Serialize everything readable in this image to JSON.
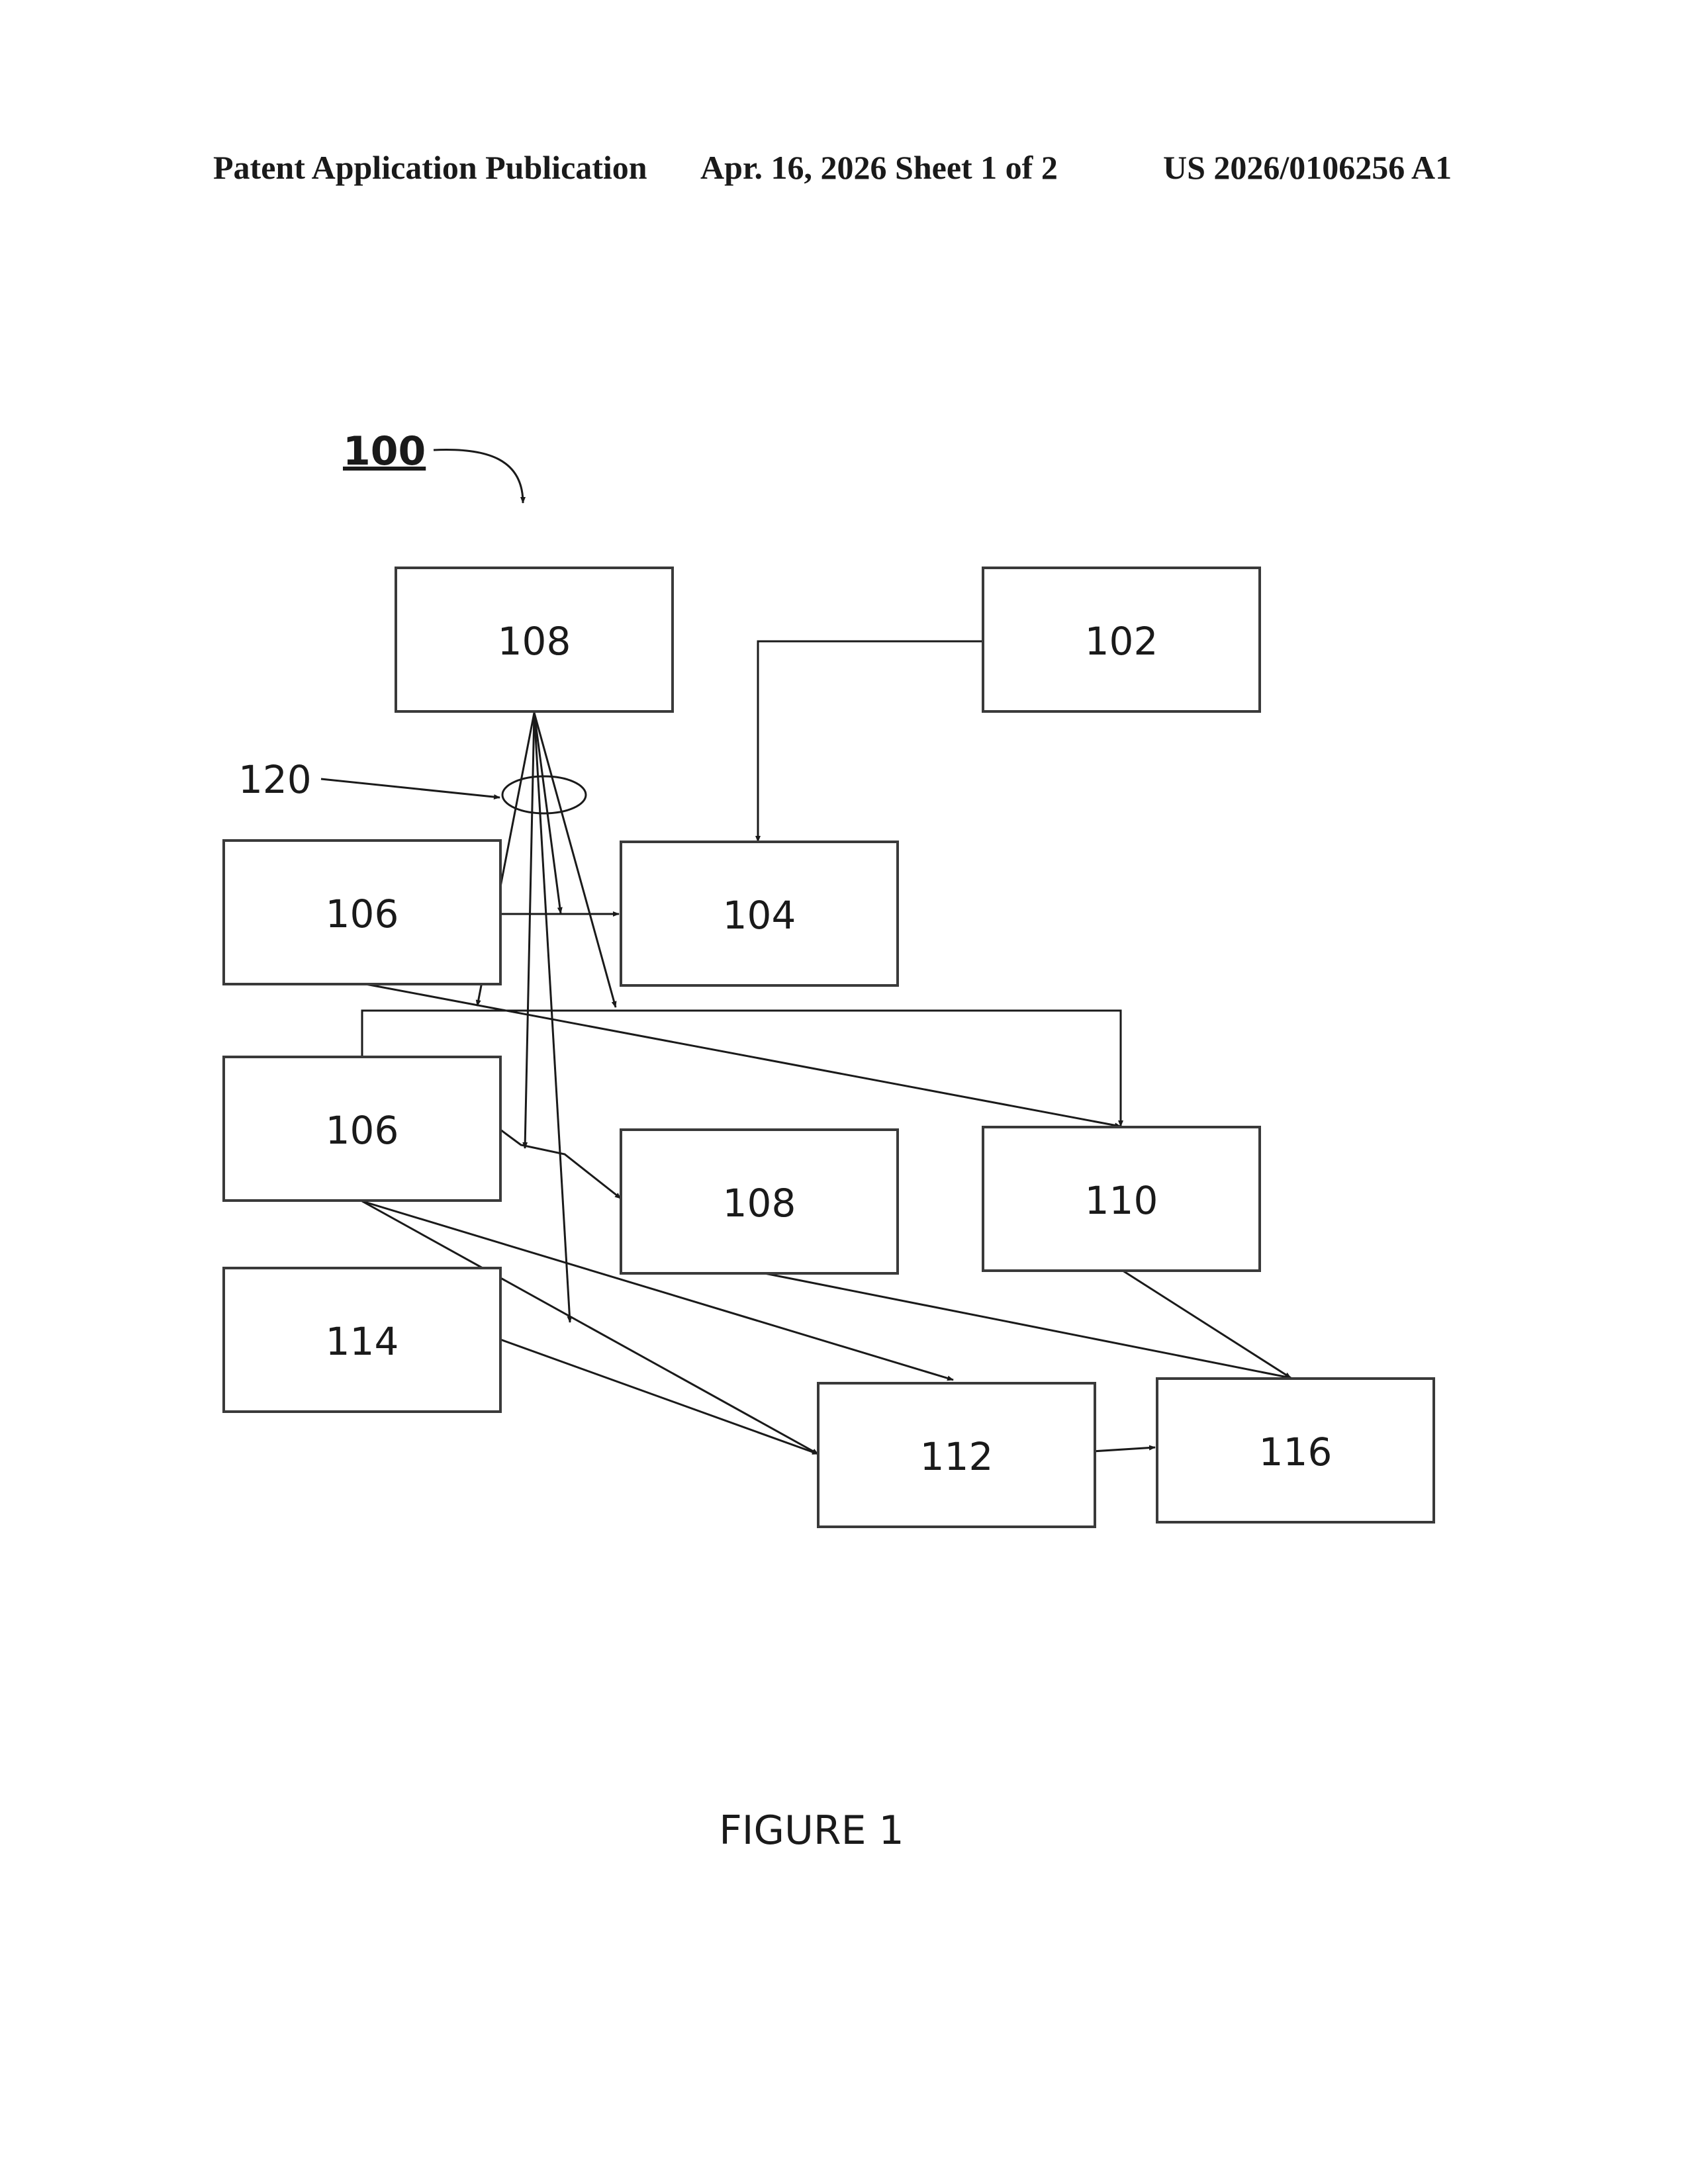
{
  "header": {
    "left": "Patent Application Publication",
    "middle": "Apr. 16, 2026  Sheet 1 of 2",
    "right": "US 2026/0106256 A1"
  },
  "figure": {
    "system_label": "100",
    "ref_label": "120",
    "caption": "FIGURE 1",
    "boxes": {
      "b108_top": "108",
      "b102": "102",
      "b106_upper": "106",
      "b104": "104",
      "b106_lower": "106",
      "b108_mid": "108",
      "b110": "110",
      "b114": "114",
      "b112": "112",
      "b116": "116"
    },
    "connections": [
      {
        "from": "102",
        "to": "104"
      },
      {
        "from": "106",
        "to": "104"
      },
      {
        "from": "106",
        "to": "110"
      },
      {
        "from": "106",
        "to": "108"
      },
      {
        "from": "106",
        "to": "112"
      },
      {
        "from": "114",
        "to": "112"
      },
      {
        "from": "108",
        "to": "116"
      },
      {
        "from": "110",
        "to": "116"
      },
      {
        "from": "112",
        "to": "116"
      }
    ]
  }
}
